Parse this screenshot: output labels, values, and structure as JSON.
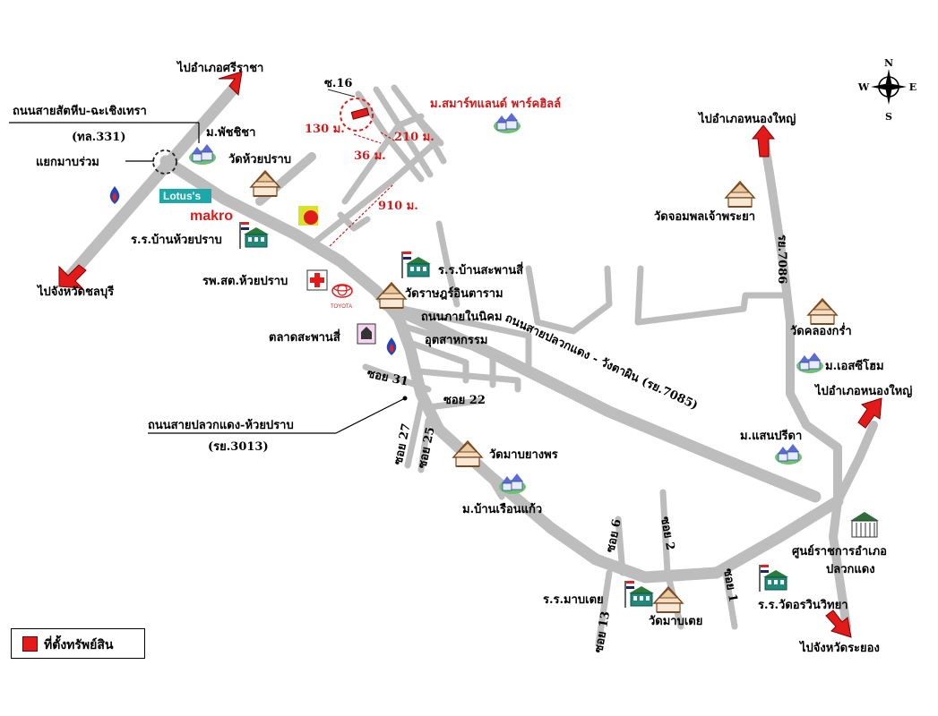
{
  "map": {
    "destinations": {
      "sriracha": "ไปอำเภอศรีราชา",
      "chonburi": "ไปจังหวัดชลบุรี",
      "nong_yai_top": "ไปอำเภอหนองใหญ่",
      "nong_yai_right": "ไปอำเภอหนองใหญ่",
      "rayong": "ไปจังหวัดระยอง"
    },
    "roads": {
      "sattahip_road": "ถนนสายสัตหีบ-ฉะเชิงเทรา",
      "sattahip_code": "(ทล.331)",
      "pluak_daeng_road": "ถนนสายปลวกแดง - วังตาผิน (รย.7085)",
      "huai_prab_road": "ถนนสายปลวกแดง-ห้วยปราบ",
      "huai_prab_code": "(รย.3013)",
      "route_7086": "รย.7086",
      "thai_nikom": "ถนนภายในนิคม",
      "industrial": "อุตสาหกรรม",
      "soi_16": "ซ.16",
      "soi_31": "ซอย 31",
      "soi_22": "ซอย 22",
      "soi_27": "ซอย 27",
      "soi_25": "ซอย 25",
      "soi_6": "ซอย 6",
      "soi_2": "ซอย 2",
      "soi_1": "ซอย 1",
      "soi_13": "ซอย 13"
    },
    "distances": {
      "d130": "130 ม.",
      "d36": "36 ม.",
      "d210": "210 ม.",
      "d910": "910 ม."
    },
    "places": {
      "junction": "แยกมาบร่วม",
      "m_phatchara": "ม.พัชชิชา",
      "wat_huai_prab": "วัดห้วยปราบ",
      "lotus": "Lotus's",
      "makro": "makro",
      "school_huai_prab": "ร.ร.บ้านห้วยปราบ",
      "hospital": "รพ.สต.ห้วยปราบ",
      "toyota": "TOYOTA",
      "market": "ตลาดสะพานสี่",
      "school_saphan_si": "ร.ร.บ้านสะพานสี่",
      "wat_ratsamran": "วัดราษฎร์อินตาราม",
      "smart_land": "ม.สมาร์ทแลนด์ พาร์คฮิลล์",
      "wat_chom_phon": "วัดจอมพลเจ้าพระยา",
      "wat_khlong_kram": "วัดคลองกร่ำ",
      "m_sc_home": "ม.เอสซีโฮม",
      "m_saen_pricha": "ม.แสนปรีดา",
      "wat_map_yang_phon": "วัดมาบยางพร",
      "m_ban_ruean_kaeo": "ม.บ้านเรือนแก้ว",
      "district_office_1": "ศูนย์ราชการอำเภอ",
      "district_office_2": "ปลวกแดง",
      "school_map_toei": "ร.ร.มาบเตย",
      "wat_map_toei": "วัดมาบเตย",
      "school_wat_on": "ร.ร.วัดอรวินวิทยา"
    },
    "compass": {
      "n": "N",
      "s": "S",
      "e": "E",
      "w": "W"
    },
    "legend": {
      "property": "ที่ตั้งทรัพย์สิน"
    },
    "colors": {
      "road": "#bdbdbd",
      "arrow": "#e31a1a",
      "distance": "#d11a1a",
      "lotus": "#1ca8a8",
      "makro": "#e31a1a"
    }
  }
}
